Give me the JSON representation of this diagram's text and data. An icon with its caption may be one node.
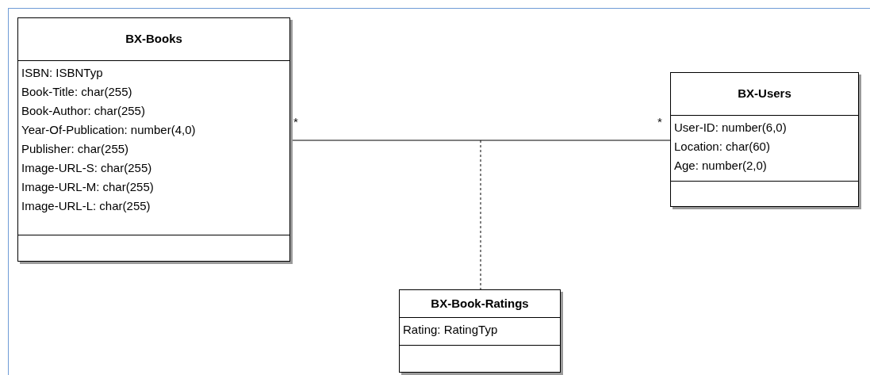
{
  "diagram": {
    "nodes": [
      {
        "text": [
          "BX-Books",
          "ISBN: ISBNTyp",
          "Book-Title: char(255)",
          "Book-Author: char(255)",
          "Year-Of-Publication: number(4,0)",
          "Publisher: char(255)",
          "Image-URL-S: char(255)",
          "Image-URL-M: char(255)",
          "Image-URL-L: char(255)"
        ]
      },
      {
        "text": [
          "BX-Users",
          "User-ID: number(6,0)",
          "Location: char(60)",
          "Age: number(2,0)"
        ]
      },
      {
        "text": [
          "BX-Book-Ratings",
          "Rating: RatingTyp"
        ]
      }
    ],
    "edges": [
      {
        "from": 0,
        "to": 1,
        "arrow": "none"
      },
      {
        "from": null,
        "to": 2,
        "arrow": "none",
        "style": "dashed"
      }
    ],
    "labels": [
      "*",
      "*"
    ]
  }
}
